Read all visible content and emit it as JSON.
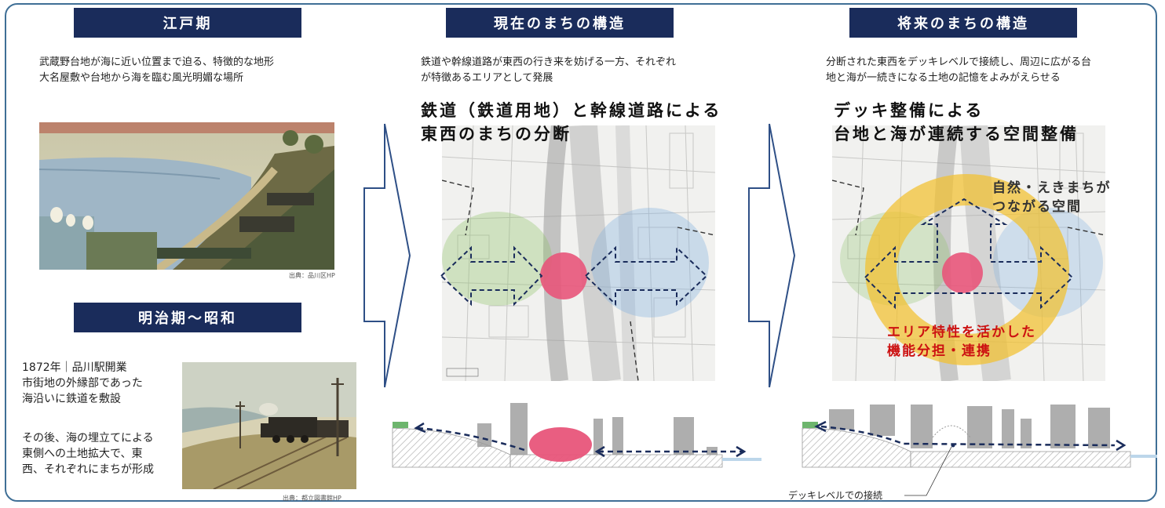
{
  "edo": {
    "title": "江戸期",
    "desc_line1": "武蔵野台地が海に近い位置まで迫る、特徴的な地形",
    "desc_line2": "大名屋敷や台地から海を臨む風光明媚な場所",
    "credit": "出典：品川区HP"
  },
  "meiji": {
    "title": "明治期～昭和",
    "lines": [
      "1872年｜品川駅開業",
      "市街地の外縁部であった",
      "海沿いに鉄道を敷設",
      "",
      "その後、海の埋立てによる",
      "東側への土地拡大で、東",
      "西、それぞれにまちが形成"
    ],
    "credit": "出典：都立図書館HP"
  },
  "current": {
    "title": "現在のまちの構造",
    "desc_line1": "鉄道や幹線道路が東西の行き来を妨げる一方、それぞれ",
    "desc_line2": "が特徴あるエリアとして発展",
    "headline_line1": "鉄道（鉄道用地）と幹線道路による",
    "headline_line2": "東西のまちの分断"
  },
  "future": {
    "title": "将来のまちの構造",
    "desc_line1": "分断された東西をデッキレベルで接続し、周辺に広がる台",
    "desc_line2": "地と海が一続きになる土地の記憶をよみがえらせる",
    "headline_line1": "デッキ整備による",
    "headline_line2": "台地と海が連続する空間整備",
    "ring_label_line1": "自然・えきまちが",
    "ring_label_line2": "つながる空間",
    "center_label_line1": "エリア特性を活かした",
    "center_label_line2": "機能分担・連携",
    "deck_note": "デッキレベルでの接続"
  },
  "colors": {
    "header_bg": "#1a2c5b",
    "frame": "#3f6f96",
    "red_label": "#cc1111",
    "pink_circle": "#e8557a",
    "ring": "#f2c12e",
    "arrow_dash": "#1a2c5b"
  }
}
